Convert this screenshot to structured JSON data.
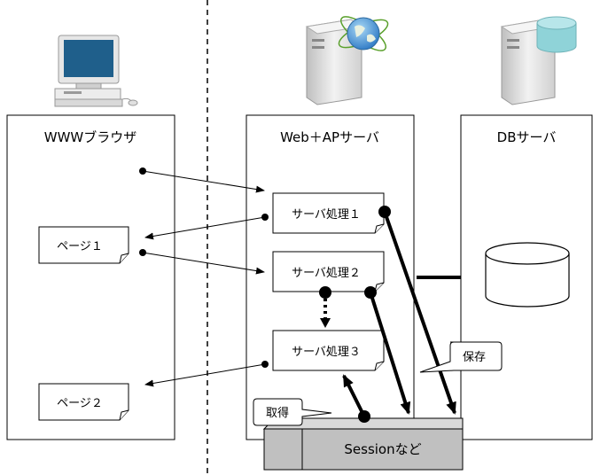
{
  "diagram": {
    "title": "Session management across WWW browser, Web+AP server and DB server",
    "columns": {
      "browser": {
        "label": "WWWブラウザ",
        "icon": "desktop-computer-icon"
      },
      "webap": {
        "label": "Web＋APサーバ",
        "icon": "server-with-globe-icon"
      },
      "db": {
        "label": "DBサーバ",
        "icon": "server-with-database-icon"
      }
    },
    "pages": [
      {
        "id": "page1",
        "label": "ページ１"
      },
      {
        "id": "page2",
        "label": "ページ２"
      }
    ],
    "processes": [
      {
        "id": "proc1",
        "label": "サーバ処理１"
      },
      {
        "id": "proc2",
        "label": "サーバ処理２"
      },
      {
        "id": "proc3",
        "label": "サーバ処理３"
      }
    ],
    "session_store": {
      "label": "Sessionなど"
    },
    "callouts": {
      "save": "保存",
      "get": "取得"
    },
    "flows": [
      {
        "from": "browser",
        "to": "proc1",
        "style": "thin"
      },
      {
        "from": "proc1",
        "to": "page1",
        "style": "thin"
      },
      {
        "from": "page1",
        "to": "proc2",
        "style": "thin"
      },
      {
        "from": "proc2",
        "to": "proc3",
        "style": "dotted"
      },
      {
        "from": "proc3",
        "to": "page2",
        "style": "thin"
      },
      {
        "from": "proc1",
        "to": "session",
        "style": "thick"
      },
      {
        "from": "proc2",
        "to": "session",
        "style": "thick"
      },
      {
        "from": "session",
        "to": "proc3",
        "style": "thick"
      },
      {
        "from": "webap",
        "to": "db",
        "style": "thick-line"
      }
    ],
    "colors": {
      "line": "#000000",
      "box_fill": "#ffffff",
      "session_fill": "#c0c0c0",
      "divider": "#000000",
      "db_cylinder_fill": "#d9d9d9",
      "monitor_screen": "#1f5f8b",
      "cylinder_cyan": "#8fd3d8"
    }
  }
}
